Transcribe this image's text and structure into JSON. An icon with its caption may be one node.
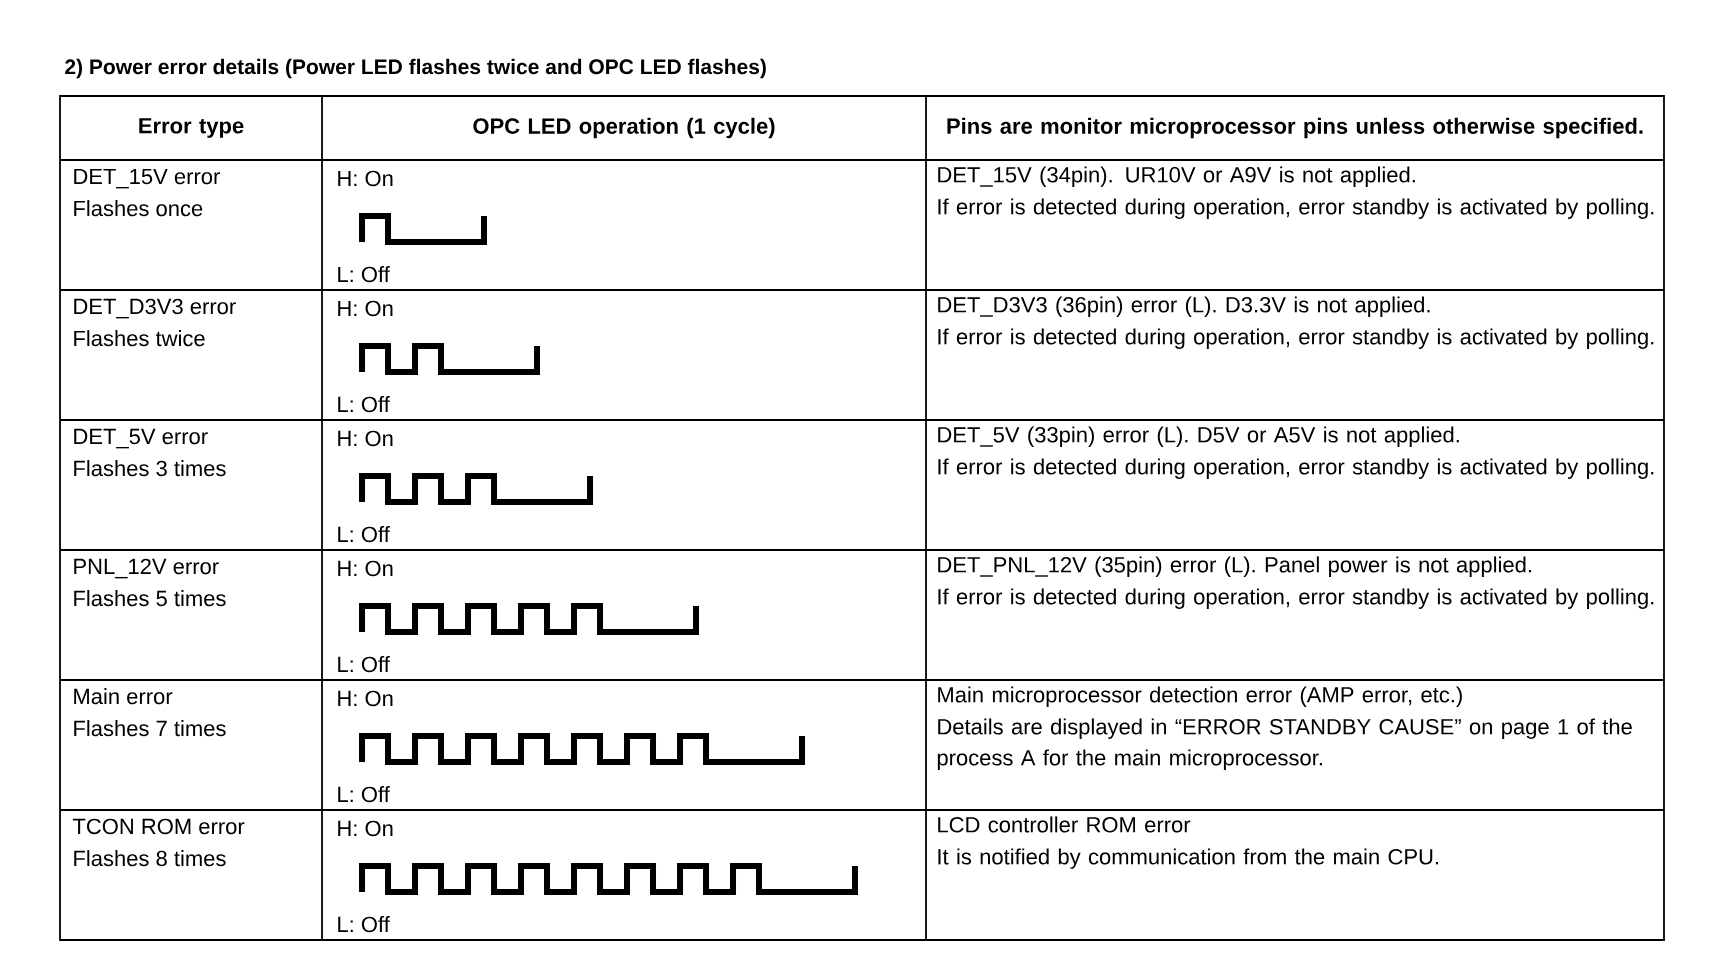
{
  "diagram": {
    "title": "2) Power error details (Power LED flashes twice and OPC LED flashes)",
    "labels": [
      "Error type",
      "OPC LED operation (1 cycle)",
      "Pins are monitor microprocessor pins unless otherwise specified.",
      "DET_15V error",
      "Flashes once",
      "H: On",
      "L: Off",
      "DET_15V (34pin). UR10V or A9V is not applied.",
      "If error is detected during operation, error standby is activated by polling.",
      "DET_D3V3 error",
      "Flashes twice",
      "H: On",
      "L: Off",
      "DET_D3V3 (36pin) error (L). D3.3V is not applied.",
      "If error is detected during operation, error standby is activated by polling.",
      "DET_5V error",
      "Flashes 3 times",
      "H: On",
      "L: Off",
      "DET_5V (33pin) error (L). D5V or A5V is not applied.",
      "If error is detected during operation, error standby is activated by polling.",
      "PNL_12V error",
      "Flashes 5 times",
      "H: On",
      "L: Off",
      "DET_PNL_12V (35pin) error (L). Panel power is not applied.",
      "If error is detected during operation, error standby is activated by polling.",
      "Main error",
      "Flashes 7 times",
      "H: On",
      "L: Off",
      "Main microprocessor detection error (AMP error, etc.)",
      "Details are displayed in “ERROR STANDBY CAUSE” on page 1 of the process A for the main microprocessor.",
      "TCON ROM error",
      "Flashes 8 times",
      "H: On",
      "L: Off",
      "LCD controller ROM error",
      "It is notified by communication from the main CPU."
    ]
  }
}
